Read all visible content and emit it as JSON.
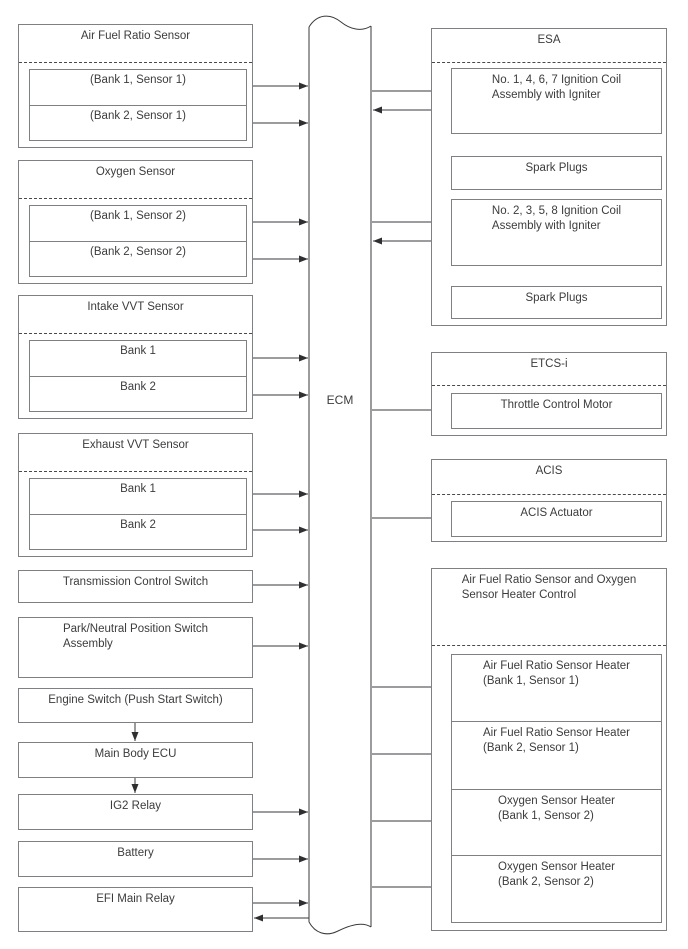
{
  "diagram": {
    "ecm_label": "ECM",
    "left": {
      "groups": [
        {
          "header": "Air Fuel Ratio Sensor",
          "cells": [
            "(Bank 1, Sensor 1)",
            "(Bank 2, Sensor 1)"
          ]
        },
        {
          "header": "Oxygen Sensor",
          "cells": [
            "(Bank 1, Sensor 2)",
            "(Bank 2, Sensor 2)"
          ]
        },
        {
          "header": "Intake VVT Sensor",
          "cells": [
            "Bank 1",
            "Bank 2"
          ]
        },
        {
          "header": "Exhaust VVT Sensor",
          "cells": [
            "Bank 1",
            "Bank 2"
          ]
        }
      ],
      "boxes": [
        {
          "label": "Transmission Control Switch"
        },
        {
          "line1": "Park/Neutral Position Switch",
          "line2": "Assembly"
        },
        {
          "label": "Engine Switch (Push Start Switch)"
        },
        {
          "label": "Main Body ECU"
        },
        {
          "label": "IG2 Relay"
        },
        {
          "label": "Battery"
        },
        {
          "label": "EFI Main Relay"
        }
      ]
    },
    "right": {
      "esa": {
        "header": "ESA",
        "coil1": {
          "line1": "No. 1, 4, 6, 7 Ignition Coil",
          "line2": "Assembly with Igniter"
        },
        "spark1": "Spark Plugs",
        "coil2": {
          "line1": "No. 2, 3, 5, 8 Ignition Coil",
          "line2": "Assembly with Igniter"
        },
        "spark2": "Spark Plugs"
      },
      "etcs": {
        "header": "ETCS-i",
        "inner": "Throttle Control Motor"
      },
      "acis": {
        "header": "ACIS",
        "inner": "ACIS Actuator"
      },
      "heater": {
        "header_line1": "Air Fuel Ratio Sensor and Oxygen",
        "header_line2": "Sensor Heater Control",
        "cells": [
          {
            "line1": "Air Fuel Ratio Sensor Heater",
            "line2": "(Bank 1, Sensor 1)"
          },
          {
            "line1": "Air Fuel Ratio Sensor Heater",
            "line2": "(Bank 2, Sensor 1)"
          },
          {
            "line1": "Oxygen Sensor Heater",
            "line2": "(Bank 1, Sensor 2)"
          },
          {
            "line1": "Oxygen Sensor Heater",
            "line2": "(Bank 2, Sensor 2)"
          }
        ]
      }
    }
  },
  "colors": {
    "background": "#ffffff",
    "box_border": "#7e8083",
    "connector_line": "#3a3a3c",
    "dashed_divider": "#4a4a4c",
    "text": "#3c3c3e"
  }
}
